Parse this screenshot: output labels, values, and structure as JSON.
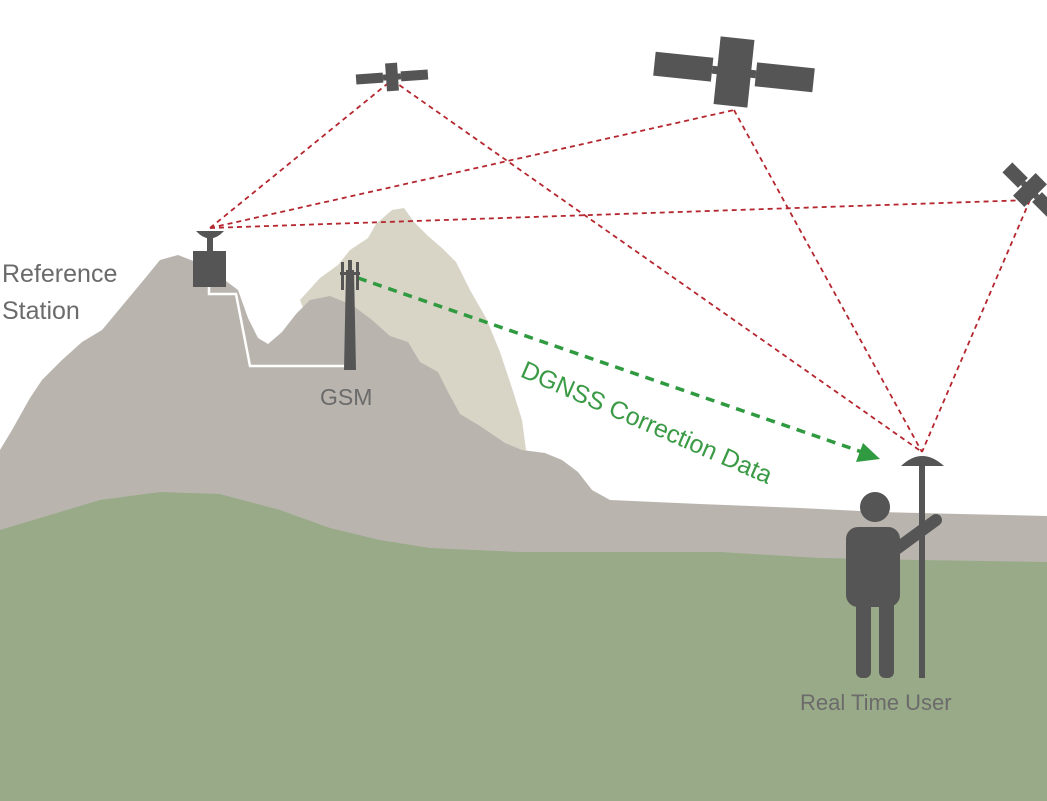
{
  "labels": {
    "reference_station": "Reference\nStation",
    "gsm": "GSM",
    "dgnss": "DGNSS Correction Data",
    "real_time_user": "Real Time User"
  },
  "icons": [
    "satellite-icon",
    "reference-station-icon",
    "gsm-tower-icon",
    "real-time-user-icon",
    "gnss-receiver-icon"
  ],
  "colors": {
    "signal_lines": "#b5262e",
    "correction_arrow": "#2f9a3f",
    "mountain_near": "#b9b5ae",
    "mountain_far": "#d8d4c6",
    "ground": "#99aa89",
    "icons": "#555555",
    "label_text": "#6b6b6b"
  }
}
